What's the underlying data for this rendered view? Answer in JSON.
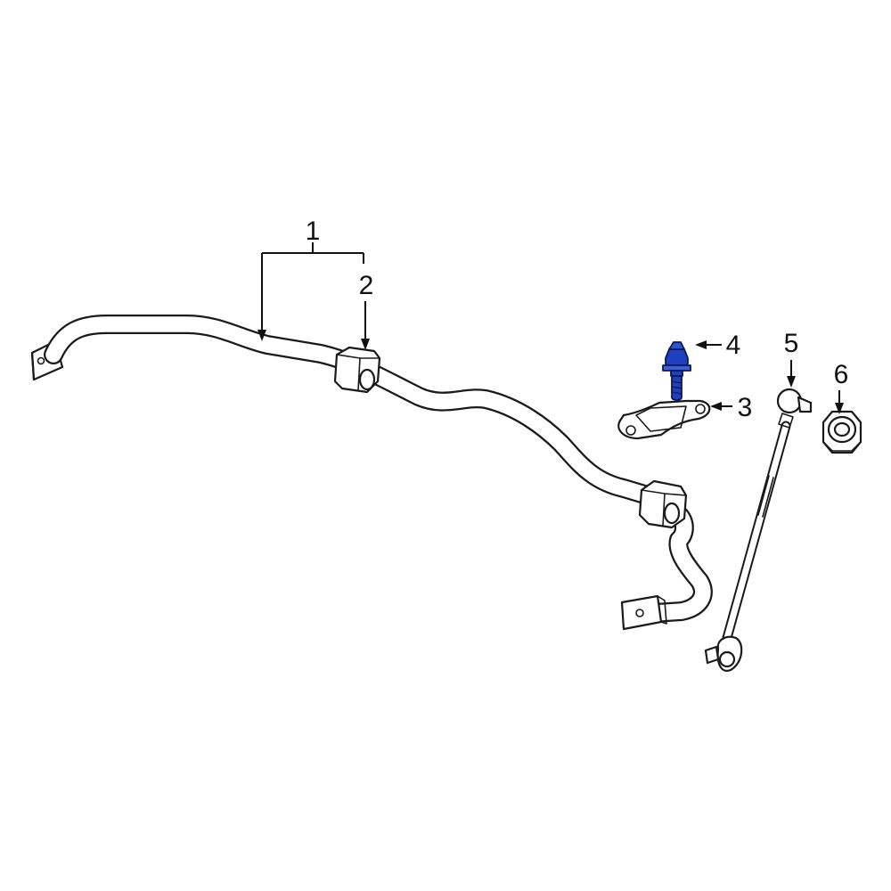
{
  "callouts": [
    {
      "id": "1",
      "label": "1"
    },
    {
      "id": "2",
      "label": "2"
    },
    {
      "id": "3",
      "label": "3"
    },
    {
      "id": "4",
      "label": "4"
    },
    {
      "id": "5",
      "label": "5"
    },
    {
      "id": "6",
      "label": "6"
    }
  ],
  "colors": {
    "outline": "#1a1a1a",
    "highlight_part_fill": "#1f3fbf",
    "highlight_part_stroke": "#0d1b4a",
    "background": "#ffffff"
  },
  "highlighted_part": "4"
}
